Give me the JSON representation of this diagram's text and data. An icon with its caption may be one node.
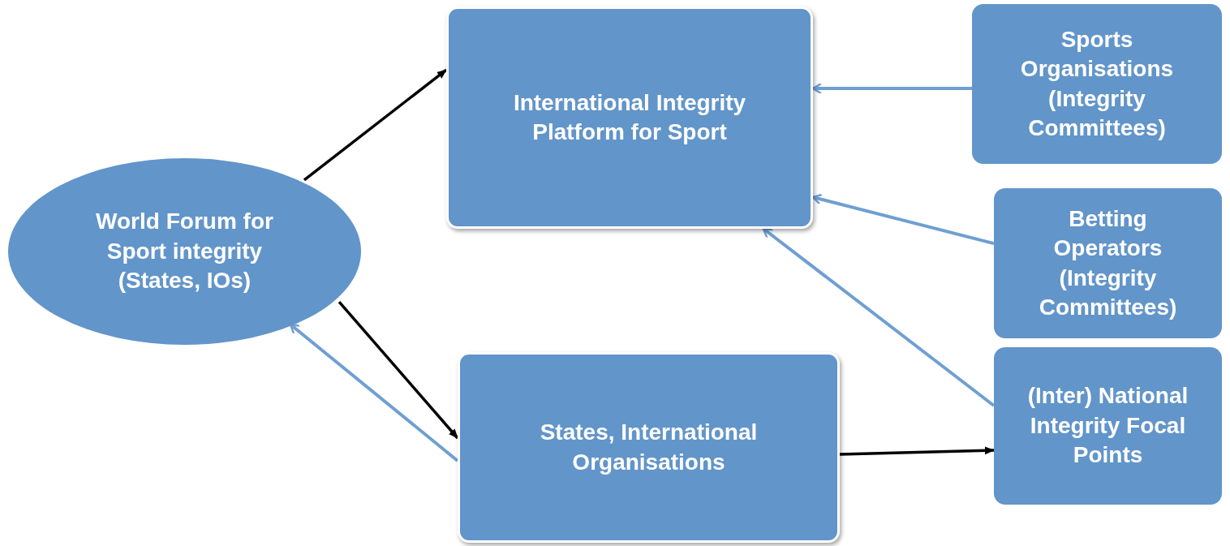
{
  "diagram": {
    "nodes": [
      {
        "text": [
          "World Forum for Sport integrity (States, IOs)"
        ]
      },
      {
        "text": [
          "International Integrity Platform for Sport"
        ]
      },
      {
        "text": [
          "Sports Organisations (Integrity Committees)"
        ]
      },
      {
        "text": [
          "Betting Operators (Integrity Committees)"
        ]
      },
      {
        "text": [
          "States, International Organisations"
        ]
      },
      {
        "text": [
          "(Inter) National Integrity Focal Points"
        ]
      }
    ],
    "edges": [
      {
        "from": 0,
        "to": 1,
        "arrow": "to",
        "color": "#000000"
      },
      {
        "from": 0,
        "to": 4,
        "arrow": "to",
        "color": "#000000"
      },
      {
        "from": 4,
        "to": 0,
        "arrow": "to"
      },
      {
        "from": 2,
        "to": 1,
        "arrow": "to"
      },
      {
        "from": 3,
        "to": 1,
        "arrow": "to"
      },
      {
        "from": 5,
        "to": 1,
        "arrow": "to"
      },
      {
        "from": 4,
        "to": 5,
        "arrow": "to",
        "color": "#000000"
      }
    ]
  }
}
